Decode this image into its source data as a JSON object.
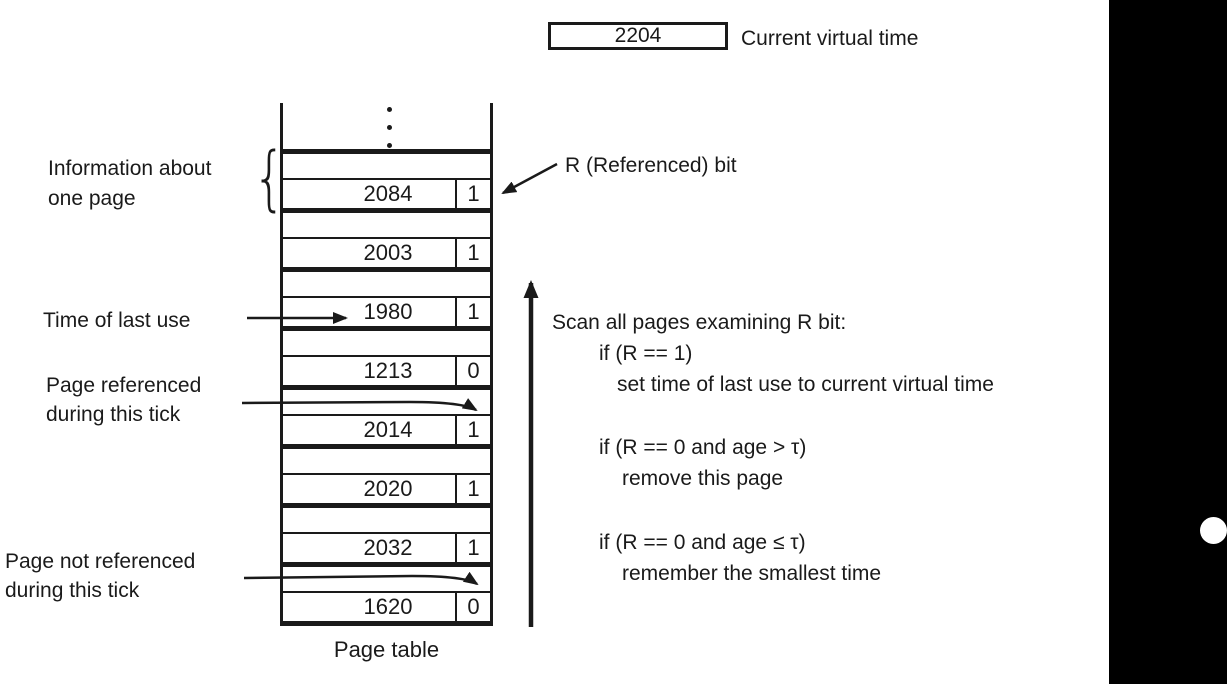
{
  "colors": {
    "ink": "#1a1a1a",
    "band": "#000000"
  },
  "current_time": {
    "value": "2204",
    "label": "Current virtual time"
  },
  "page_table": {
    "caption": "Page table",
    "columns": [
      "time of last use",
      "R bit"
    ],
    "entries": [
      {
        "time": "2084",
        "r": "1"
      },
      {
        "time": "2003",
        "r": "1"
      },
      {
        "time": "1980",
        "r": "1"
      },
      {
        "time": "1213",
        "r": "0"
      },
      {
        "time": "2014",
        "r": "1"
      },
      {
        "time": "2020",
        "r": "1"
      },
      {
        "time": "2032",
        "r": "1"
      },
      {
        "time": "1620",
        "r": "0"
      }
    ]
  },
  "labels": {
    "info_line1": "Information about",
    "info_line2": "one page",
    "brace": "{",
    "time_of_last_use": "Time of last use",
    "page_ref_line1": "Page referenced",
    "page_ref_line2": "during this tick",
    "page_notref_line1": "Page not referenced",
    "page_notref_line2": "during this tick",
    "r_bit": "R (Referenced) bit"
  },
  "algorithm": {
    "line1": "Scan all pages examining R bit:",
    "line2": "if (R == 1)",
    "line3": "set time of last use to current virtual time",
    "line4": "if (R == 0 and age > τ)",
    "line5": "remove this page",
    "line6": "if (R == 0 and age ≤ τ)",
    "line7": "remember the smallest time"
  }
}
